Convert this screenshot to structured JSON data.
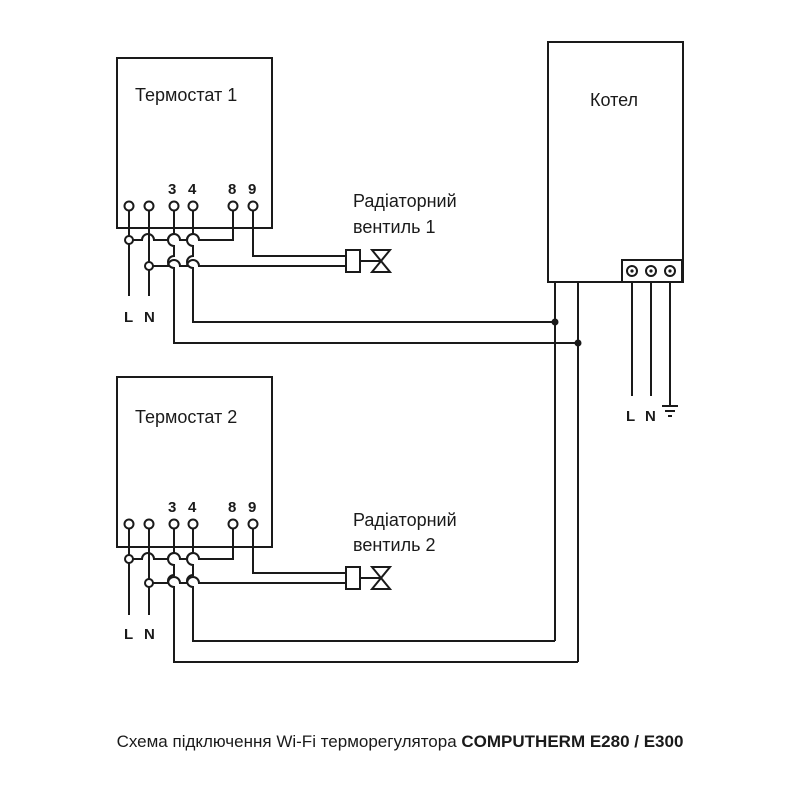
{
  "thermostat1": {
    "title": "Термостат 1",
    "terminals": [
      "3",
      "4",
      "8",
      "9"
    ],
    "supply": [
      "L",
      "N"
    ]
  },
  "thermostat2": {
    "title": "Термостат 2",
    "terminals": [
      "3",
      "4",
      "8",
      "9"
    ],
    "supply": [
      "L",
      "N"
    ]
  },
  "valve1": {
    "line1": "Радіаторний",
    "line2": "вентиль 1"
  },
  "valve2": {
    "line1": "Радіаторний",
    "line2": "вентиль 2"
  },
  "boiler": {
    "title": "Котел",
    "supply_L": "L",
    "supply_N": "N",
    "earth_icon": "ground-symbol-icon"
  },
  "caption": {
    "normal": "Схема підключення Wi-Fi терморегулятора ",
    "bold": "COMPUTHERM E280 / E300"
  }
}
